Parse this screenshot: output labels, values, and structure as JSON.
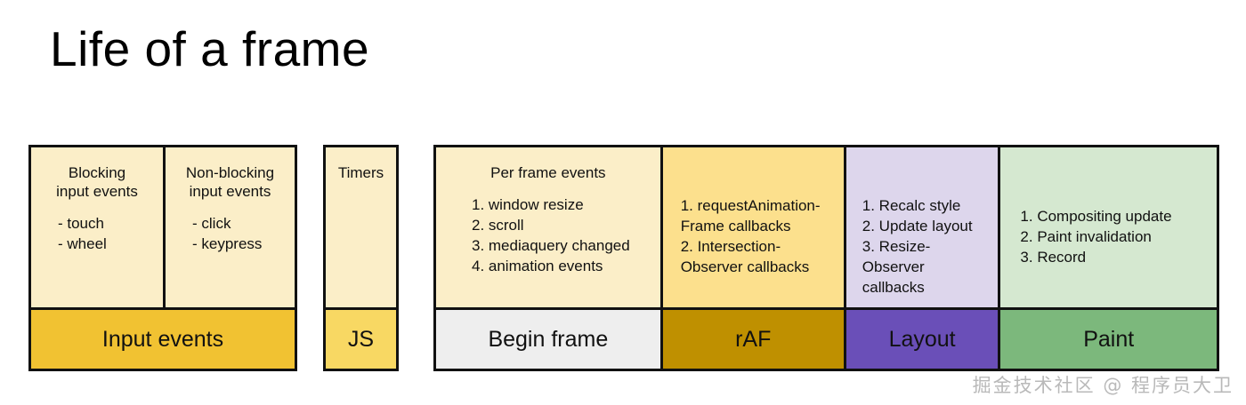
{
  "page": {
    "title": "Life of a frame",
    "watermark": "掘金技术社区 @ 程序员大卫"
  },
  "colors": {
    "input_events_bar": "#f1c232",
    "js_bar": "#f8d863",
    "begin_frame_bar": "#eeeeee",
    "raf_bar": "#bf9000",
    "layout_bar": "#6a4fb8",
    "paint_bar": "#7cb87c",
    "cream_panel": "#fbeec8",
    "yellow_panel": "#fce08d",
    "lavender_panel": "#ddd6ec",
    "green_panel": "#d5e8d0",
    "border": "#111111"
  },
  "blocks": [
    {
      "id": "input",
      "bottom_labels": [
        "Input events"
      ],
      "columns": [
        {
          "heading": "Blocking\ninput events",
          "items": [
            "- touch",
            "- wheel"
          ]
        },
        {
          "heading": "Non-blocking\ninput events",
          "items": [
            "- click",
            "- keypress"
          ]
        }
      ]
    },
    {
      "id": "js",
      "bottom_labels": [
        "JS"
      ],
      "columns": [
        {
          "heading": "Timers",
          "items": []
        }
      ]
    },
    {
      "id": "frame",
      "bottom_labels": [
        "Begin frame",
        "rAF",
        "Layout",
        "Paint"
      ],
      "columns": [
        {
          "heading": "Per frame events",
          "items": [
            "1. window resize",
            "2. scroll",
            "3. mediaquery changed",
            "4. animation events"
          ]
        },
        {
          "heading": "",
          "items": [
            "1. requestAnimation-\nFrame callbacks",
            "2. Intersection-\nObserver callbacks"
          ]
        },
        {
          "heading": "",
          "items": [
            "1. Recalc style",
            "2. Update layout",
            "3. Resize-\nObserver callbacks"
          ]
        },
        {
          "heading": "",
          "items": [
            "1. Compositing update",
            "2. Paint invalidation",
            "3. Record"
          ]
        }
      ]
    }
  ]
}
